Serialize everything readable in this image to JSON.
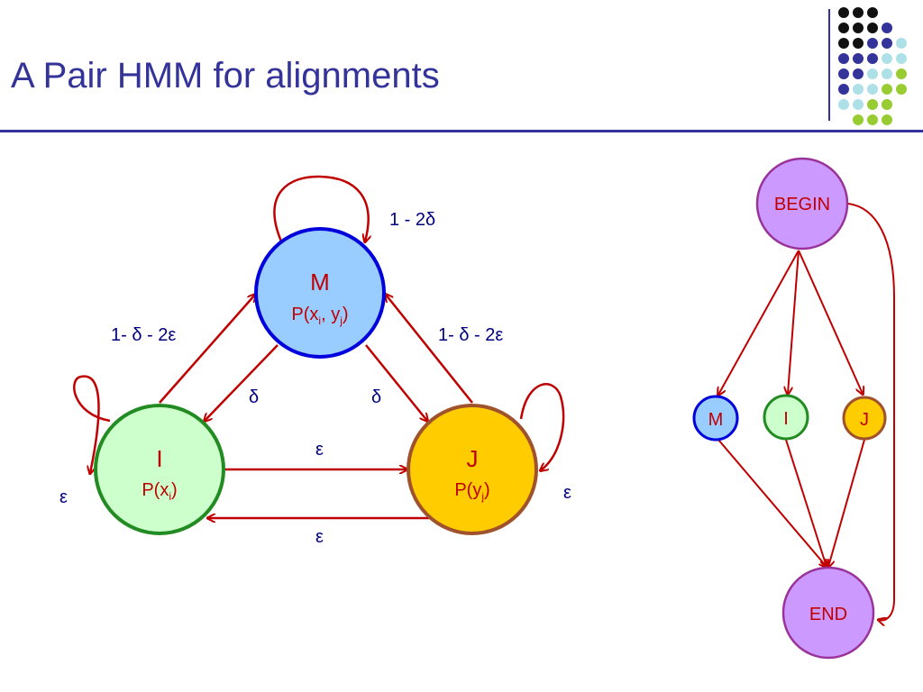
{
  "title": "A Pair HMM for alignments",
  "colors": {
    "title": "#333399",
    "arrow": "#c00000",
    "state_label": "#c00000",
    "prob_label": "#000080",
    "M_fill": "#99ccff",
    "M_border": "#0000dd",
    "I_fill": "#ccffcc",
    "I_border": "#228b22",
    "J_fill": "#ffcc00",
    "J_border": "#a0522d",
    "begin_end_fill": "#cc99ff",
    "begin_end_border": "#993399",
    "dot_black": "#111111",
    "dot_navy": "#333399",
    "dot_lightblue": "#aee0e8",
    "dot_green": "#99cc33"
  },
  "main_diagram": {
    "states": {
      "M": {
        "name": "M",
        "emission": "P(x",
        "emission_sub": "i",
        "emission_mid": ", y",
        "emission_sub2": "j",
        "emission_end": ")"
      },
      "I": {
        "name": "I",
        "emission": "P(x",
        "emission_sub": "i",
        "emission_end": ")"
      },
      "J": {
        "name": "J",
        "emission": "P(y",
        "emission_sub": "j",
        "emission_end": ")"
      }
    },
    "transitions": {
      "M_self": "1 - 2δ",
      "I_to_M": "1- δ - 2ε",
      "J_to_M": "1- δ - 2ε",
      "M_to_I": "δ",
      "M_to_J": "δ",
      "I_to_J": "ε",
      "J_to_I": "ε",
      "I_self": "ε",
      "J_self": "ε"
    }
  },
  "side_diagram": {
    "begin": "BEGIN",
    "end": "END",
    "M": "M",
    "I": "I",
    "J": "J"
  }
}
